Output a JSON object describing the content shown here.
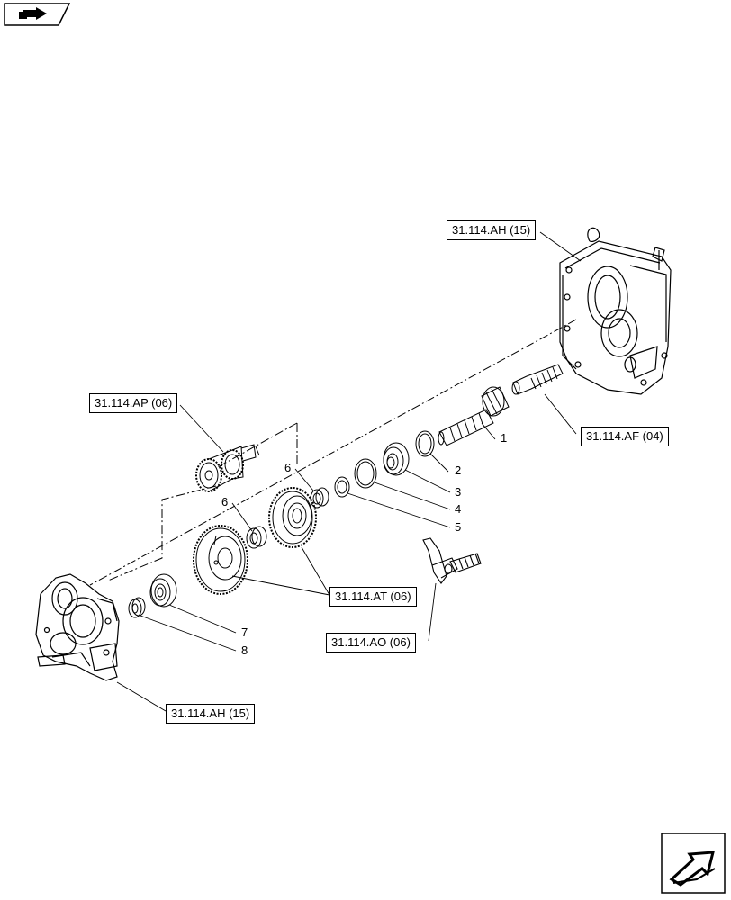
{
  "nav": {
    "top_icon": "previous-page-arrow-icon",
    "bottom_icon": "next-page-arrow-icon"
  },
  "references": {
    "ah_top": "31.114.AH (15)",
    "ap": "31.114.AP (06)",
    "af": "31.114.AF (04)",
    "at": "31.114.AT (06)",
    "ao": "31.114.AO (06)",
    "ah_bottom": "31.114.AH (15)"
  },
  "callouts": {
    "c1": "1",
    "c2": "2",
    "c3": "3",
    "c4": "4",
    "c5": "5",
    "c6a": "6",
    "c6b": "6",
    "c7": "7",
    "c8": "8"
  },
  "colors": {
    "line": "#000000",
    "background": "#ffffff"
  }
}
